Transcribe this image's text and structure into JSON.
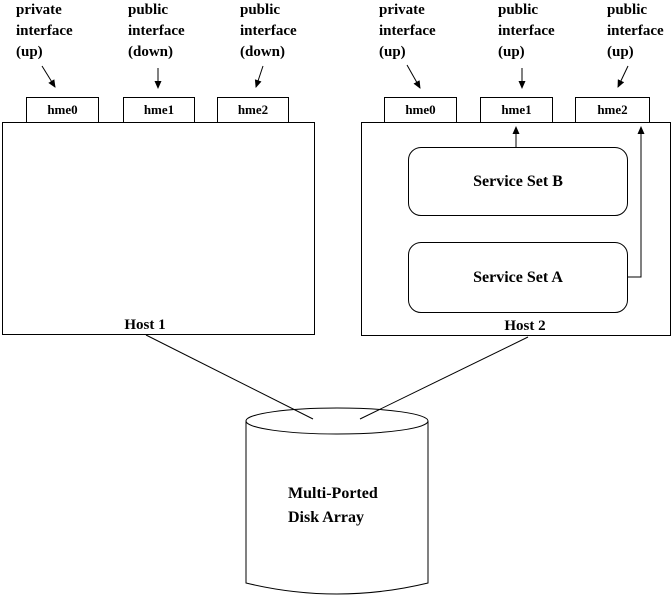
{
  "colors": {
    "ink": "#000000",
    "paper": "#ffffff"
  },
  "host1": {
    "label": "Host 1",
    "interfaces": [
      {
        "name": "hme0",
        "annotation": [
          "private",
          "interface",
          "(up)"
        ]
      },
      {
        "name": "hme1",
        "annotation": [
          "public",
          "interface",
          "(down)"
        ]
      },
      {
        "name": "hme2",
        "annotation": [
          "public",
          "interface",
          "(down)"
        ]
      }
    ]
  },
  "host2": {
    "label": "Host 2",
    "interfaces": [
      {
        "name": "hme0",
        "annotation": [
          "private",
          "interface",
          "(up)"
        ]
      },
      {
        "name": "hme1",
        "annotation": [
          "public",
          "interface",
          "(up)"
        ]
      },
      {
        "name": "hme2",
        "annotation": [
          "public",
          "interface",
          "(up)"
        ]
      }
    ],
    "service_sets": [
      {
        "label": "Service Set B"
      },
      {
        "label": "Service Set A"
      }
    ]
  },
  "disk_array": {
    "label": [
      "Multi-Ported",
      "Disk Array"
    ]
  }
}
